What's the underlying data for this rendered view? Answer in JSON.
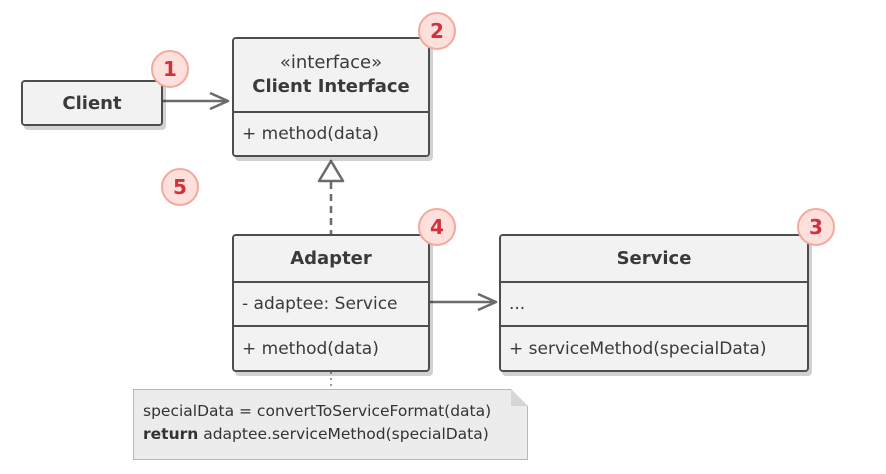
{
  "client": {
    "name": "Client"
  },
  "client_interface": {
    "stereotype": "«interface»",
    "name": "Client Interface",
    "method": "+ method(data)"
  },
  "adapter": {
    "name": "Adapter",
    "field": "- adaptee: Service",
    "method": "+ method(data)"
  },
  "service": {
    "name": "Service",
    "field": "...",
    "method": "+ serviceMethod(specialData)"
  },
  "note": {
    "line1": "specialData = convertToServiceFormat(data)",
    "line2_keyword": "return",
    "line2_rest": " adaptee.serviceMethod(specialData)"
  },
  "badges": [
    "1",
    "2",
    "3",
    "4",
    "5"
  ],
  "colors": {
    "border": "#4d4d4d",
    "header_fill": "#f2f2f2",
    "badge_fill": "#fde0dc",
    "badge_text": "#d1313d",
    "arrow": "#6b6b6b"
  }
}
